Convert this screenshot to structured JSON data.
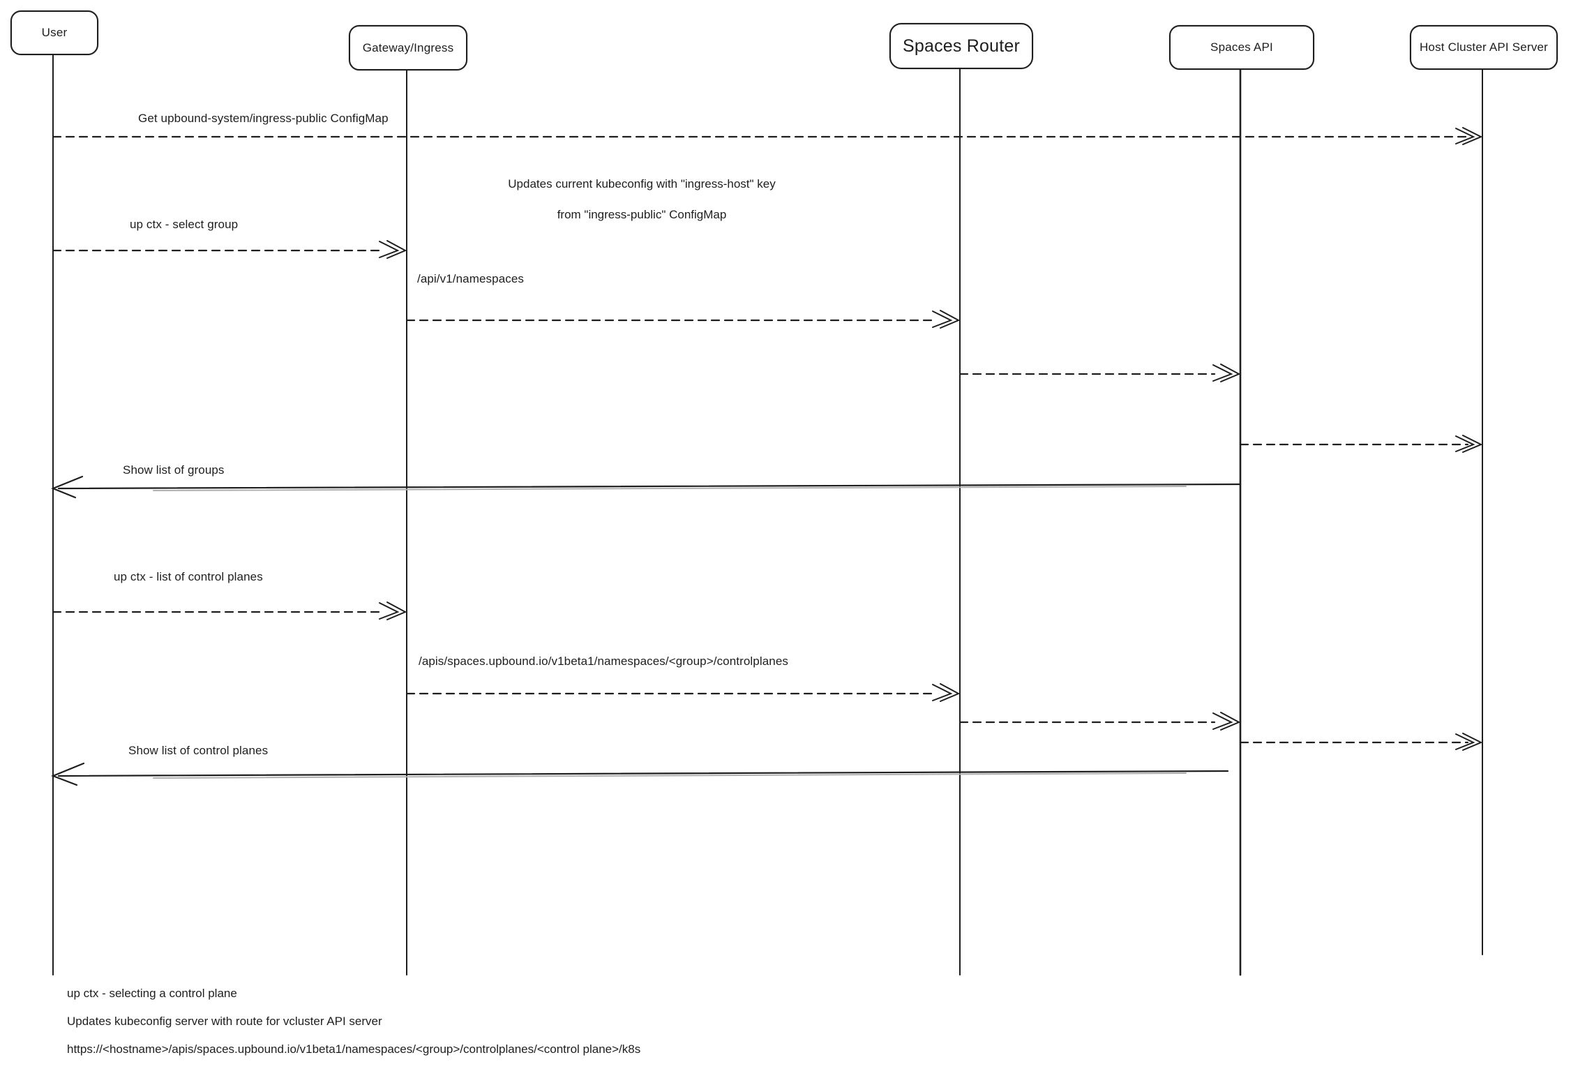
{
  "diagram": {
    "type": "sequence-diagram",
    "actors": [
      {
        "id": "user",
        "label": "User"
      },
      {
        "id": "gateway-ingress",
        "label": "Gateway/Ingress"
      },
      {
        "id": "spaces-router",
        "label": "Spaces Router"
      },
      {
        "id": "spaces-api",
        "label": "Spaces API"
      },
      {
        "id": "host-cluster-api-server",
        "label": "Host Cluster API Server"
      }
    ],
    "messages": [
      {
        "from": "User",
        "to": "Host Cluster API Server",
        "style": "dashed",
        "label": "Get upbound-system/ingress-public ConfigMap"
      },
      {
        "type": "note",
        "lines": [
          "Updates current kubeconfig with \"ingress-host\" key",
          "from \"ingress-public\" ConfigMap"
        ]
      },
      {
        "from": "User",
        "to": "Gateway/Ingress",
        "style": "dashed",
        "label": "up ctx - select group"
      },
      {
        "from": "Gateway/Ingress",
        "to": "Spaces Router",
        "style": "dashed",
        "label": "/api/v1/namespaces"
      },
      {
        "from": "Spaces Router",
        "to": "Spaces API",
        "style": "dashed",
        "label": ""
      },
      {
        "from": "Spaces API",
        "to": "Host Cluster API Server",
        "style": "dashed",
        "label": ""
      },
      {
        "from": "Spaces API",
        "to": "User",
        "style": "solid",
        "label": "Show list of groups"
      },
      {
        "from": "User",
        "to": "Gateway/Ingress",
        "style": "dashed",
        "label": "up ctx - list of control planes"
      },
      {
        "from": "Gateway/Ingress",
        "to": "Spaces Router",
        "style": "dashed",
        "label": "/apis/spaces.upbound.io/v1beta1/namespaces/<group>/controlplanes"
      },
      {
        "from": "Spaces Router",
        "to": "Spaces API",
        "style": "dashed",
        "label": ""
      },
      {
        "from": "Spaces API",
        "to": "Host Cluster API Server",
        "style": "dashed",
        "label": ""
      },
      {
        "from": "Spaces API",
        "to": "User",
        "style": "solid",
        "label": "Show list of control planes"
      }
    ],
    "footer": {
      "lines": [
        "up ctx - selecting a control plane",
        "Updates kubeconfig server with route for vcluster API server",
        "https://<hostname>/apis/spaces.upbound.io/v1beta1/namespaces/<group>/controlplanes/<control plane>/k8s"
      ]
    }
  },
  "colors": {
    "background": "#ffffff",
    "stroke": "#1e1e1e",
    "return_line_echo": "#b0b0b0"
  }
}
